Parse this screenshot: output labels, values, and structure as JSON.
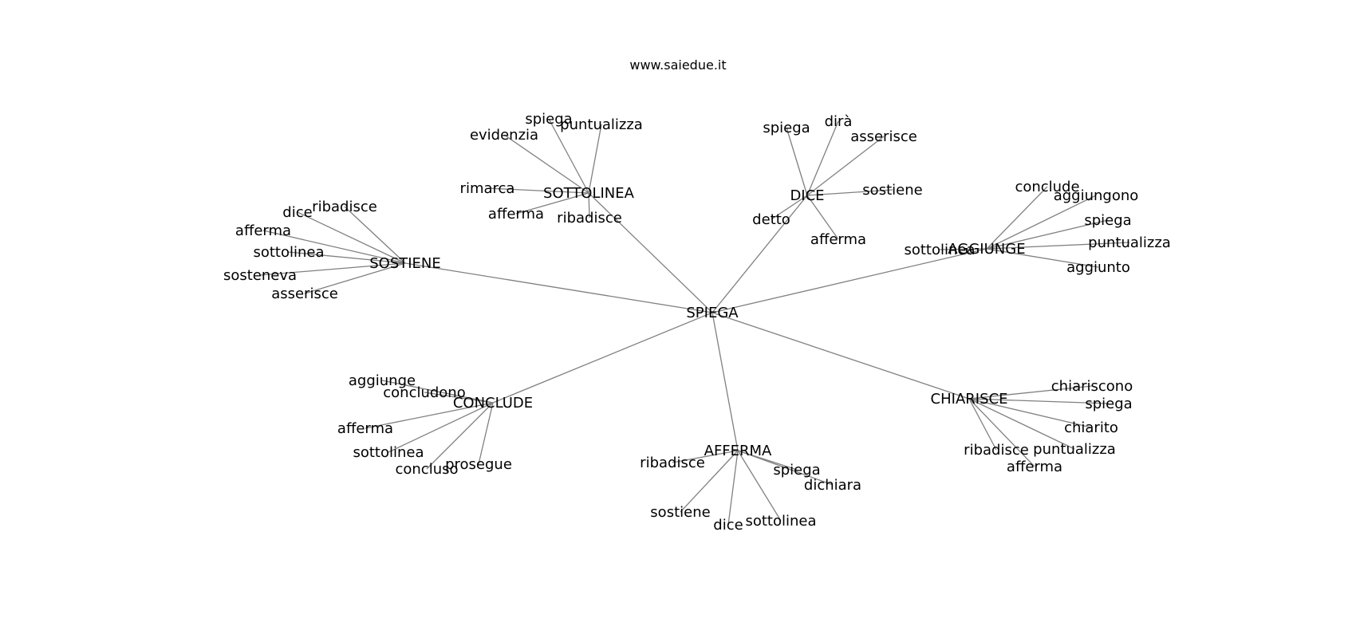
{
  "title": "www.saiedue.it",
  "root": {
    "id": "SPIEGA",
    "label": "SPIEGA"
  },
  "hubs": [
    {
      "id": "sottolinea",
      "label": "SOTTOLINEA",
      "leaves": [
        "spiega",
        "puntualizza",
        "evidenzia",
        "rimarca",
        "afferma",
        "ribadisce"
      ]
    },
    {
      "id": "dice",
      "label": "DICE",
      "leaves": [
        "spiega",
        "dirà",
        "asserisce",
        "sostiene",
        "detto",
        "afferma"
      ]
    },
    {
      "id": "sostiene",
      "label": "SOSTIENE",
      "leaves": [
        "dice",
        "ribadisce",
        "afferma",
        "sottolinea",
        "sosteneva",
        "asserisce"
      ]
    },
    {
      "id": "aggiunge",
      "label": "AGGIUNGE",
      "leaves": [
        "conclude",
        "aggiungono",
        "spiega",
        "puntualizza",
        "sottolinea",
        "aggiunto"
      ]
    },
    {
      "id": "conclude",
      "label": "CONCLUDE",
      "leaves": [
        "aggiunge",
        "concludono",
        "afferma",
        "sottolinea",
        "concluso",
        "prosegue"
      ]
    },
    {
      "id": "afferma",
      "label": "AFFERMA",
      "leaves": [
        "ribadisce",
        "spiega",
        "dichiara",
        "sostiene",
        "dice",
        "sottolinea"
      ]
    },
    {
      "id": "chiarisce",
      "label": "CHIARISCE",
      "leaves": [
        "chiariscono",
        "spiega",
        "chiarito",
        "ribadisce",
        "puntualizza",
        "afferma"
      ]
    }
  ]
}
